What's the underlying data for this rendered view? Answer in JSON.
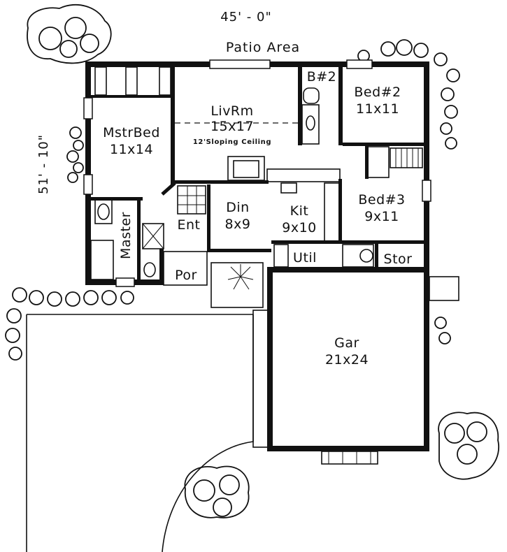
{
  "dimensions": {
    "width": "45' - 0\"",
    "depth": "51' - 10\""
  },
  "patio": "Patio Area",
  "rooms": {
    "living": {
      "name": "LivRm",
      "size": "15x17",
      "note": "12'Sloping Ceiling"
    },
    "master_bed": {
      "name": "MstrBed",
      "size": "11x14"
    },
    "bath2": {
      "name": "B#2"
    },
    "bed2": {
      "name": "Bed#2",
      "size": "11x11"
    },
    "bed3": {
      "name": "Bed#3",
      "size": "9x11"
    },
    "dining": {
      "name": "Din",
      "size": "8x9"
    },
    "kitchen": {
      "name": "Kit",
      "size": "9x10"
    },
    "entry": {
      "name": "Ent"
    },
    "master_bath": {
      "name": "Master"
    },
    "utility": {
      "name": "Util"
    },
    "storage": {
      "name": "Stor"
    },
    "porch": {
      "name": "Por"
    },
    "garage": {
      "name": "Gar",
      "size": "21x24"
    }
  }
}
